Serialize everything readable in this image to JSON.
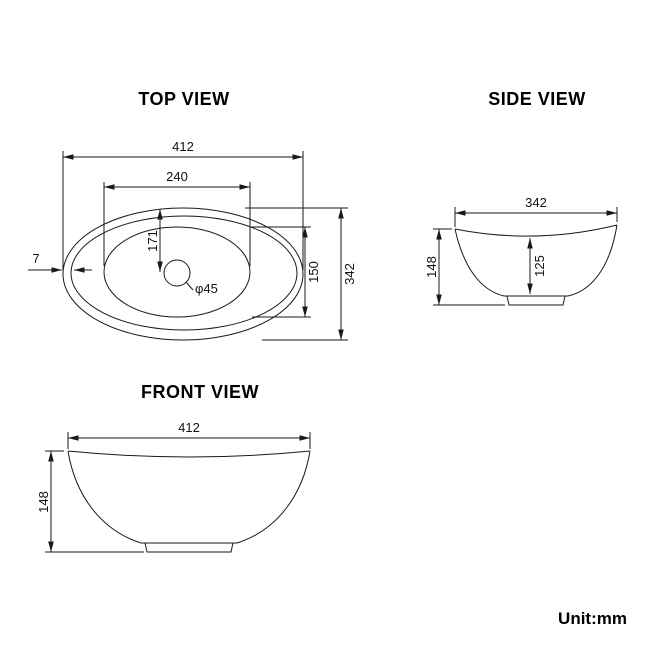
{
  "meta": {
    "unit_label": "Unit:mm"
  },
  "views": {
    "top": {
      "title": "TOP VIEW",
      "dim_overall_width": "412",
      "dim_opening_width": "240",
      "dim_center_offset": "171",
      "dim_opening_height": "150",
      "dim_overall_depth": "342",
      "dim_rim_thickness": "7",
      "dim_drain": "φ45"
    },
    "side": {
      "title": "SIDE VIEW",
      "dim_width": "342",
      "dim_height": "148",
      "dim_inner_depth": "125"
    },
    "front": {
      "title": "FRONT VIEW",
      "dim_width": "412",
      "dim_height": "148"
    }
  }
}
